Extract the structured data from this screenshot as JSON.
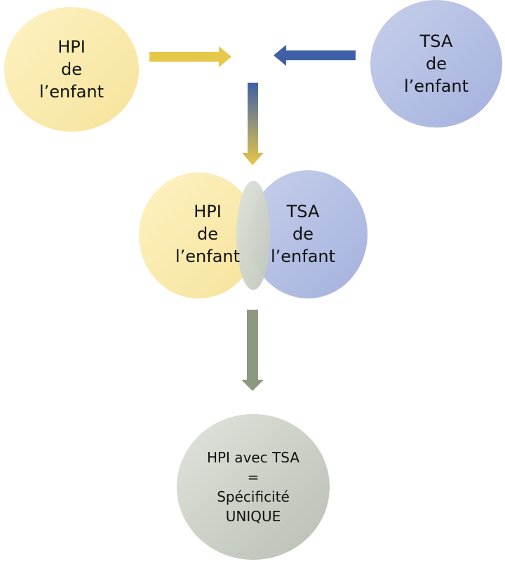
{
  "top_left": {
    "lines": [
      "HPI",
      "de",
      "l’enfant"
    ]
  },
  "top_right": {
    "lines": [
      "TSA",
      "de",
      "l’enfant"
    ]
  },
  "venn": {
    "left": {
      "lines": [
        "HPI",
        "de",
        "l’enfant"
      ]
    },
    "right": {
      "lines": [
        "TSA",
        "de",
        "l’enfant"
      ]
    }
  },
  "result": {
    "lines": [
      "HPI avec TSA",
      "=",
      "Spécificité",
      "UNIQUE"
    ]
  },
  "colors": {
    "yellow_arrow": "#e6c84a",
    "blue_arrow": "#3f5fa6",
    "grey_arrow": "#8c9880",
    "overlap": "#c9cfc4"
  }
}
